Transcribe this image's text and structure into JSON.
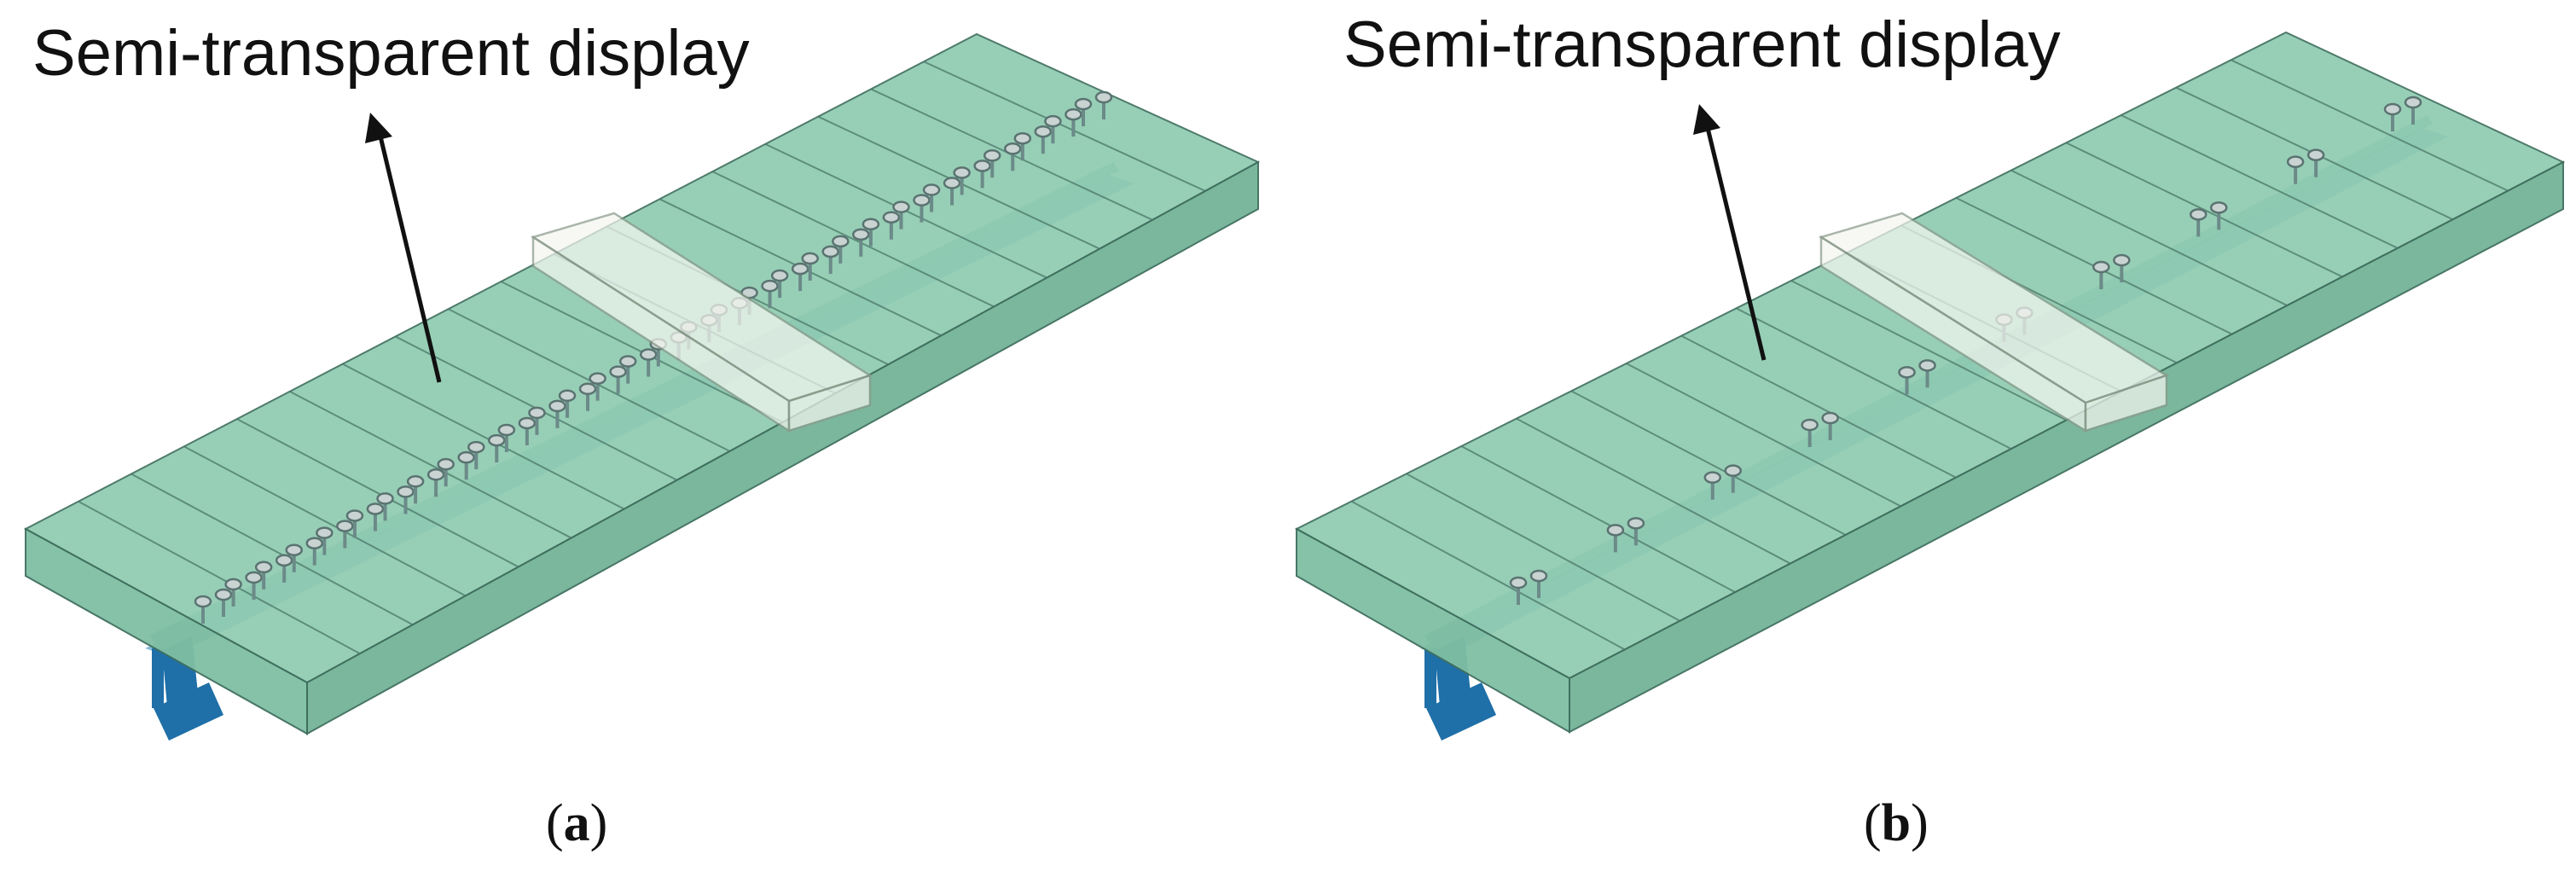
{
  "figure": {
    "panels": [
      {
        "id": "a",
        "callout": "Semi-transparent display",
        "caption_letter": "a",
        "stud_count": 30
      },
      {
        "id": "b",
        "callout": "Semi-transparent display",
        "caption_letter": "b",
        "stud_count": 10
      }
    ],
    "colors": {
      "slab_top": "#8fcbb0",
      "slab_front": "#7fbfa3",
      "slab_right": "#73b497",
      "beam": "#1f6fa8",
      "load_box": "#f4f6f0"
    }
  }
}
